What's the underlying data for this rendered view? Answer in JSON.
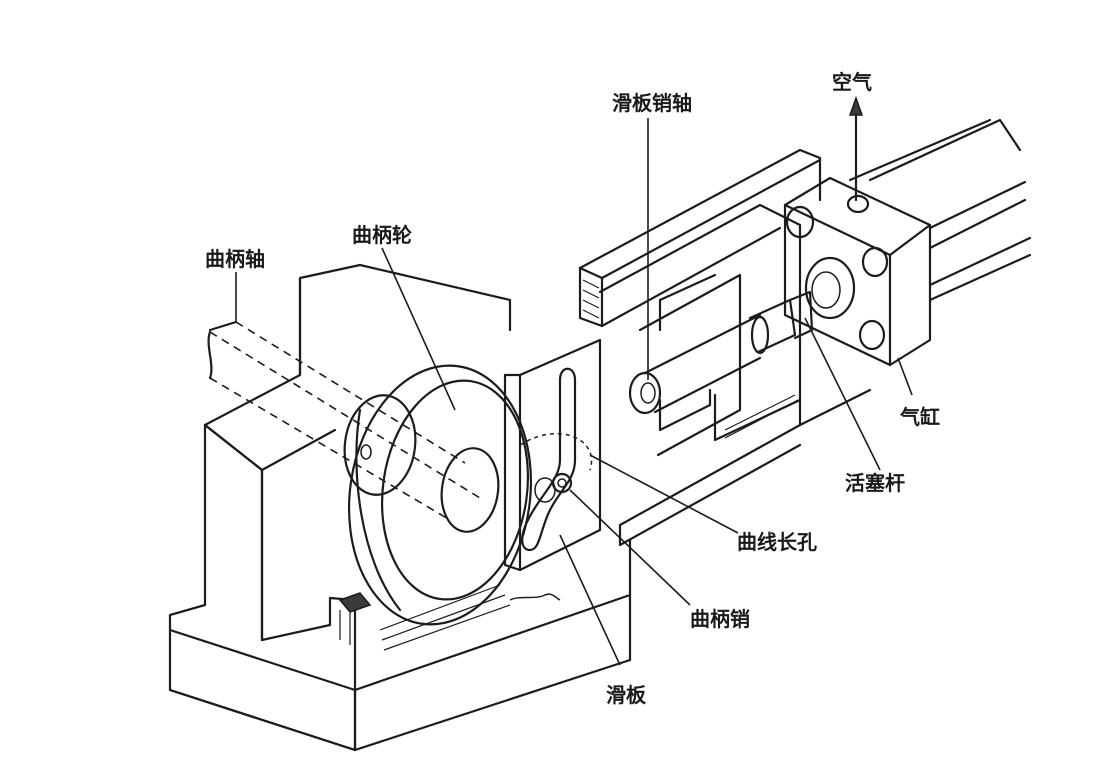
{
  "labels": {
    "air": "空气",
    "slide_pin_shaft": "滑板销轴",
    "crank_shaft": "曲柄轴",
    "crank_wheel": "曲柄轮",
    "cylinder": "气缸",
    "piston_rod": "活塞杆",
    "curved_slot": "曲线长孔",
    "crank_pin": "曲柄销",
    "slide_plate": "滑板"
  },
  "colors": {
    "ink": "#1c1c1c",
    "background": "#ffffff"
  }
}
